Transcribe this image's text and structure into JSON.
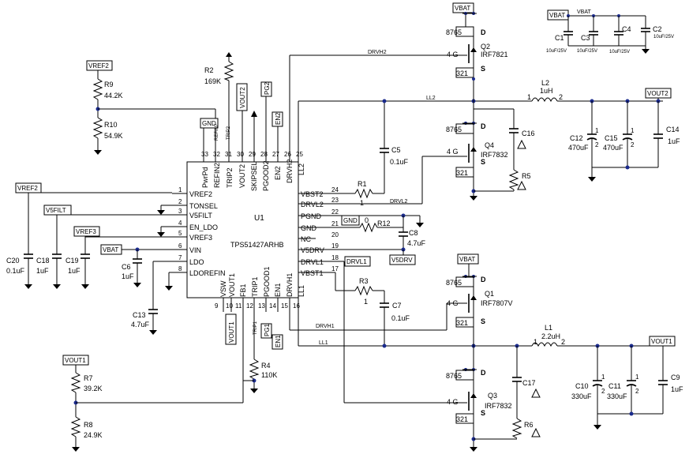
{
  "chip": {
    "ref": "U1",
    "part": "TPS51427ARHB",
    "left_pins": [
      {
        "num": "1",
        "name": "VREF2"
      },
      {
        "num": "2",
        "name": "TONSEL"
      },
      {
        "num": "3",
        "name": "V5FILT"
      },
      {
        "num": "4",
        "name": "EN_LDO"
      },
      {
        "num": "5",
        "name": "VREF3"
      },
      {
        "num": "6",
        "name": "VIN"
      },
      {
        "num": "7",
        "name": "LDO"
      },
      {
        "num": "8",
        "name": "LDOREFIN"
      }
    ],
    "right_pins": [
      {
        "num": "24",
        "name": "VBST2"
      },
      {
        "num": "23",
        "name": "DRVL2"
      },
      {
        "num": "22",
        "name": "PGND"
      },
      {
        "num": "21",
        "name": "GND"
      },
      {
        "num": "20",
        "name": "NC"
      },
      {
        "num": "19",
        "name": "V5DRV"
      },
      {
        "num": "18",
        "name": "DRVL1"
      },
      {
        "num": "17",
        "name": "VBST1"
      }
    ],
    "top_pins": [
      {
        "num": "33",
        "name": "PwrPd"
      },
      {
        "num": "32",
        "name": "REFIN2"
      },
      {
        "num": "31",
        "name": "TRIP2"
      },
      {
        "num": "30",
        "name": "VOUT2"
      },
      {
        "num": "29",
        "name": "SKIPSEL"
      },
      {
        "num": "28",
        "name": "PGOOD2"
      },
      {
        "num": "27",
        "name": "EN2"
      },
      {
        "num": "26",
        "name": "DRVH2"
      },
      {
        "num": "25",
        "name": "LL2"
      }
    ],
    "bottom_pins": [
      {
        "num": "9",
        "name": "VSW"
      },
      {
        "num": "10",
        "name": "VOUT1"
      },
      {
        "num": "11",
        "name": "FB1"
      },
      {
        "num": "12",
        "name": "TRIP1"
      },
      {
        "num": "13",
        "name": "PGOOD1"
      },
      {
        "num": "14",
        "name": "EN1"
      },
      {
        "num": "15",
        "name": "DRVH1"
      },
      {
        "num": "16",
        "name": "LL1"
      }
    ]
  },
  "net_labels": {
    "vref2_top": "VREF2",
    "vref2_left": "VREF2",
    "v5filt": "V5FILT",
    "vref3": "VREF3",
    "vbat_vin": "VBAT",
    "gnd_box": "GND",
    "gnd_box2": "GND",
    "vout2_pin": "VOUT2",
    "pg2": "PG2",
    "en2": "EN2",
    "vout1_pin": "VOUT1",
    "pg1": "PG1",
    "en1": "EN1",
    "v5drv": "V5DRV",
    "drvl1": "DRVL1",
    "vbat_q2": "VBAT",
    "vbat_q1": "VBAT",
    "vbat_caps": "VBAT",
    "vout2": "VOUT2",
    "vout1_right": "VOUT1",
    "vout1_left": "VOUT1"
  },
  "wire_labels": {
    "drvh2": "DRVH2",
    "ll2": "LL2",
    "drvl2": "DRVL2",
    "drvh1": "DRVH1",
    "ll1": "LL1",
    "trip2": "TRIP2",
    "refin2": "REFIN2",
    "trip1": "TRIP1",
    "vbat_bus": "VBAT"
  },
  "components": {
    "r2": {
      "ref": "R2",
      "value": "169K"
    },
    "r9": {
      "ref": "R9",
      "value": "44.2K"
    },
    "r10": {
      "ref": "R10",
      "value": "54.9K"
    },
    "r1": {
      "ref": "R1",
      "value": "1"
    },
    "r3": {
      "ref": "R3",
      "value": "1"
    },
    "r12": {
      "ref": "R12",
      "value": "0"
    },
    "r4": {
      "ref": "R4",
      "value": "110K"
    },
    "r7": {
      "ref": "R7",
      "value": "39.2K"
    },
    "r8": {
      "ref": "R8",
      "value": "24.9K"
    },
    "r5": {
      "ref": "R5"
    },
    "r6": {
      "ref": "R6"
    },
    "c5": {
      "ref": "C5",
      "value": "0.1uF"
    },
    "c7": {
      "ref": "C7",
      "value": "0.1uF"
    },
    "c8": {
      "ref": "C8",
      "value": "4.7uF"
    },
    "c20": {
      "ref": "C20",
      "value": "0.1uF"
    },
    "c18": {
      "ref": "C18",
      "value": "1uF"
    },
    "c19": {
      "ref": "C19",
      "value": "1uF"
    },
    "c6": {
      "ref": "C6",
      "value": "1uF"
    },
    "c13": {
      "ref": "C13",
      "value": "4.7uF"
    },
    "c16": {
      "ref": "C16"
    },
    "c17": {
      "ref": "C17"
    },
    "c12": {
      "ref": "C12",
      "value": "470uF"
    },
    "c15": {
      "ref": "C15",
      "value": "470uF"
    },
    "c14": {
      "ref": "C14",
      "value": "1uF"
    },
    "c10": {
      "ref": "C10",
      "value": "330uF"
    },
    "c11": {
      "ref": "C11",
      "value": "330uF"
    },
    "c9": {
      "ref": "C9",
      "value": "1uF"
    },
    "c1": {
      "ref": "C1",
      "value": "10uF/25V"
    },
    "c3": {
      "ref": "C3",
      "value": "10uF/25V"
    },
    "c4": {
      "ref": "C4",
      "value": "10uF/25V"
    },
    "c2": {
      "ref": "C2",
      "value": "10uF/25V"
    },
    "l2": {
      "ref": "L2",
      "value": "1uH"
    },
    "l1": {
      "ref": "L1",
      "value": "2.2uH"
    },
    "q2": {
      "ref": "Q2",
      "part": "IRF7821"
    },
    "q4": {
      "ref": "Q4",
      "part": "IRF7832"
    },
    "q1": {
      "ref": "Q1",
      "part": "IRF7807V"
    },
    "q3": {
      "ref": "Q3",
      "part": "IRF7832"
    }
  },
  "mosfet_pins": {
    "drain": "D",
    "source": "S",
    "gate": "4 G",
    "drain_nums": "8765",
    "source_nums": "321"
  }
}
